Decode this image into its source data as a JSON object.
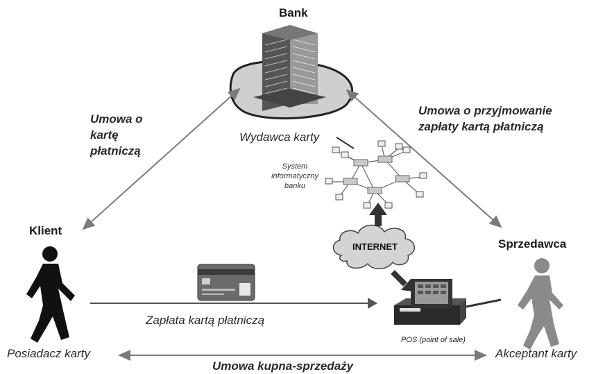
{
  "nodes": {
    "bank": {
      "title": "Bank",
      "role": "Wydawca karty"
    },
    "client": {
      "title": "Klient",
      "role": "Posiadacz karty"
    },
    "seller": {
      "title": "Sprzedawca",
      "role": "Akceptant karty"
    },
    "system": {
      "label": "System informatyczny banku"
    },
    "internet": {
      "label": "INTERNET"
    },
    "pos": {
      "label": "POS (point of sale)"
    }
  },
  "relations": {
    "client_bank": "Umowa o kartę płatniczą",
    "seller_bank": "Umowa o przyjmowanie zapłaty kartą płatniczą",
    "payment": "Zapłata kartą płatniczą",
    "sale": "Umowa kupna-sprzedaży"
  },
  "colors": {
    "arrow": "#7a7a7a",
    "client_figure": "#111111",
    "seller_figure": "#8a8a8a",
    "cloud": "#d4d4d4"
  }
}
